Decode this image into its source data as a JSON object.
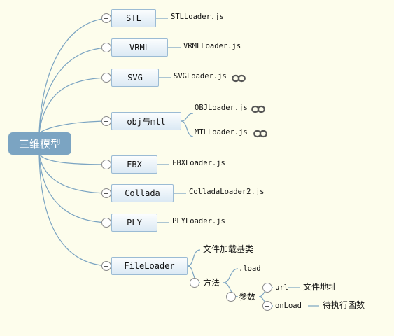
{
  "root": {
    "label": "三维模型"
  },
  "branches": [
    {
      "id": "stl",
      "label": "STL",
      "loader": "STLLoader.js"
    },
    {
      "id": "vrml",
      "label": "VRML",
      "loader": "VRMLLoader.js"
    },
    {
      "id": "svg",
      "label": "SVG",
      "loader": "SVGLoader.js"
    },
    {
      "id": "objmtl",
      "label": "obj与mtl",
      "loaders": [
        "OBJLoader.js",
        "MTLLoader.js"
      ]
    },
    {
      "id": "fbx",
      "label": "FBX",
      "loader": "FBXLoader.js"
    },
    {
      "id": "collada",
      "label": "Collada",
      "loader": "ColladaLoader2.js"
    },
    {
      "id": "ply",
      "label": "PLY",
      "loader": "PLYLoader.js"
    },
    {
      "id": "fileloader",
      "label": "FileLoader",
      "description": "文件加载基类",
      "method_label": "方法",
      "method_name": ".load",
      "params_label": "参数",
      "params": [
        {
          "name": "url",
          "desc": "文件地址"
        },
        {
          "name": "onLoad",
          "desc": "待执行函数"
        }
      ]
    }
  ],
  "colors": {
    "connector": "#7ba4c2",
    "root": "#7ba4c2",
    "node_border": "#9bbbd4",
    "background": "#fdfdec"
  },
  "icons": {
    "hyperlink": "chain-link-icon",
    "collapse": "collapse-minus-icon"
  }
}
